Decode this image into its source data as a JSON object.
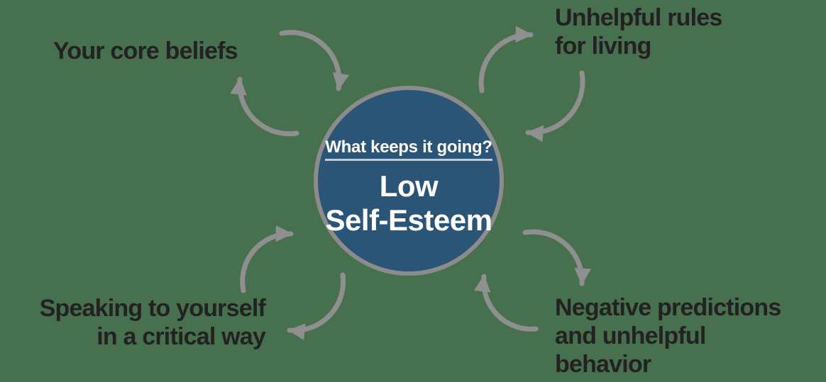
{
  "diagram": {
    "center": {
      "heading": "What keeps it going?",
      "title_lines": [
        "Low",
        "Self-Esteem"
      ]
    },
    "labels": {
      "top_left": {
        "lines": [
          "Your core beliefs"
        ]
      },
      "top_right": {
        "lines": [
          "Unhelpful rules",
          "for living"
        ]
      },
      "bottom_left": {
        "lines": [
          "Speaking to yourself",
          "in a critical way"
        ]
      },
      "bottom_right": {
        "lines": [
          "Negative predictions",
          "and unhelpful",
          "behavior"
        ]
      }
    },
    "colors": {
      "background": "#47704f",
      "circle_fill": "#2b5577",
      "circle_border": "#8c8c8c",
      "arrow": "#8f8f8f",
      "label_text": "#242122",
      "center_text": "#ffffff"
    }
  }
}
